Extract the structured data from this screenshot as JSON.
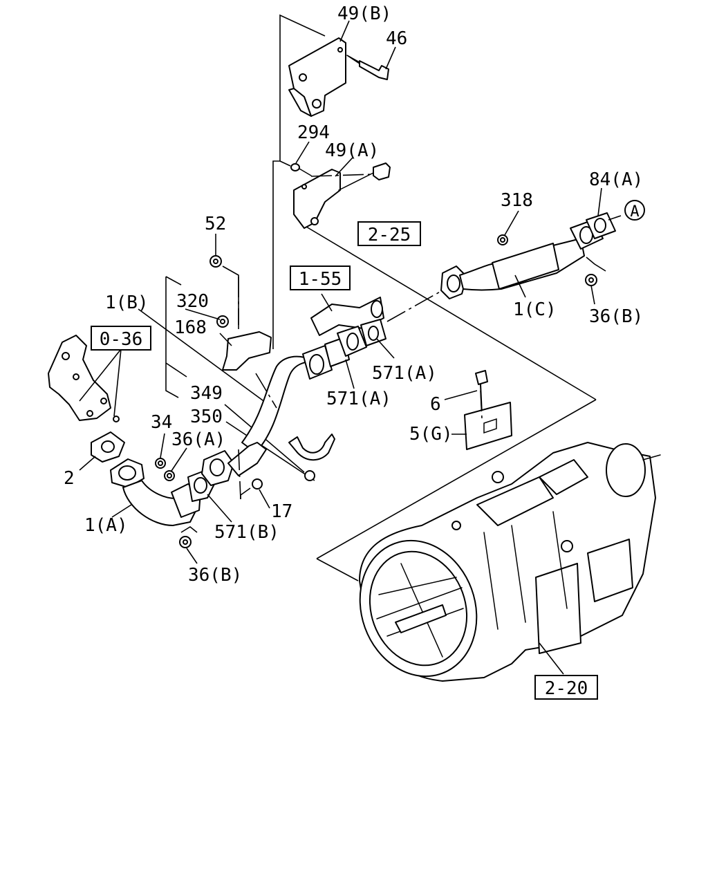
{
  "labels": {
    "l49b": "49(B)",
    "l46": "46",
    "l294": "294",
    "l49a": "49(A)",
    "l52": "52",
    "l84a": "84(A)",
    "lA": "A",
    "l318": "318",
    "l320": "320",
    "l1b": "1(B)",
    "l168": "168",
    "l1c": "1(C)",
    "l36b_top": "36(B)",
    "l571a_1": "571(A)",
    "l571a_2": "571(A)",
    "l349": "349",
    "l350": "350",
    "l6": "6",
    "l5g": "5(G)",
    "l34": "34",
    "l36a": "36(A)",
    "l2": "2",
    "l17": "17",
    "l1a": "1(A)",
    "l571b": "571(B)",
    "l36b_bottom": "36(B)"
  },
  "refs": {
    "r225": "2-25",
    "r155": "1-55",
    "r036": "0-36",
    "r220": "2-20"
  }
}
